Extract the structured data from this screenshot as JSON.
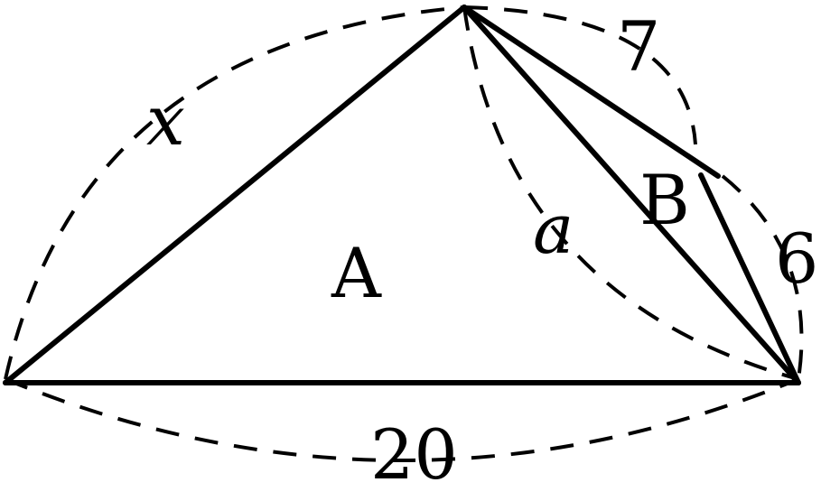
{
  "figure": {
    "labels": {
      "side_x": "x",
      "side_7": "7",
      "side_6": "6",
      "side_20": "20",
      "diag_a": "a",
      "region_a": "A",
      "region_b": "B"
    },
    "stroke_color": "#000000",
    "background": "#ffffff"
  }
}
